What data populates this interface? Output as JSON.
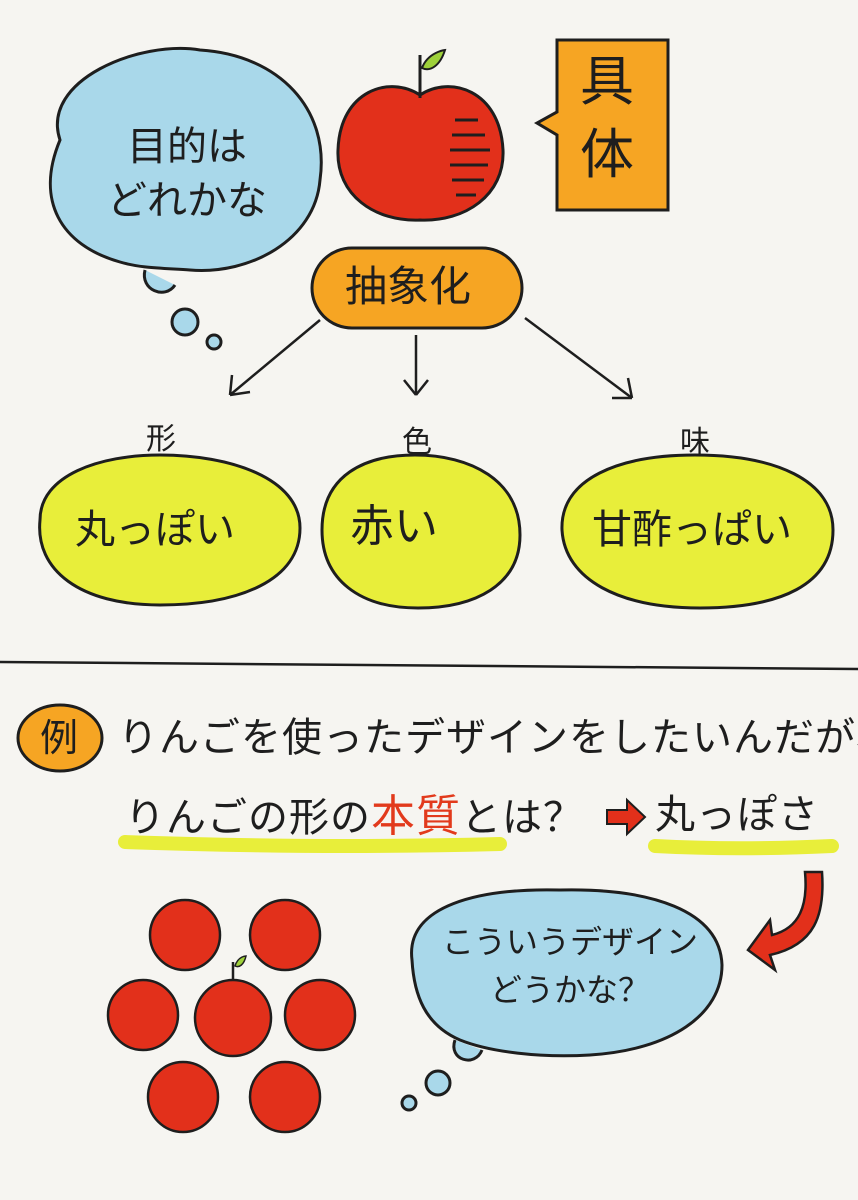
{
  "top": {
    "thought_bubble_lines": [
      "目的は",
      "どれかな"
    ],
    "concrete_label_lines": [
      "具",
      "体"
    ],
    "abstraction_label": "抽象化"
  },
  "attributes": [
    {
      "category": "形",
      "value": "丸っぽい"
    },
    {
      "category": "色",
      "value": "赤い"
    },
    {
      "category": "味",
      "value": "甘酢っぱい"
    }
  ],
  "example": {
    "badge": "例",
    "line1": "りんごを使ったデザインをしたいんだが、",
    "line2_prefix": "りんごの形の",
    "line2_highlight": "本質",
    "line2_suffix": "とは？",
    "answer": "丸っぽさ",
    "bubble_lines": [
      "こういうデザイン",
      "どうかな？"
    ]
  },
  "colors": {
    "yellow": "#e8ee3a",
    "blue": "#a9d8ea",
    "orange": "#f6a523",
    "red": "#e2301b"
  },
  "icons": [
    "apple-icon",
    "arrow-right-icon",
    "curved-arrow-icon",
    "apple-flower-pattern"
  ]
}
